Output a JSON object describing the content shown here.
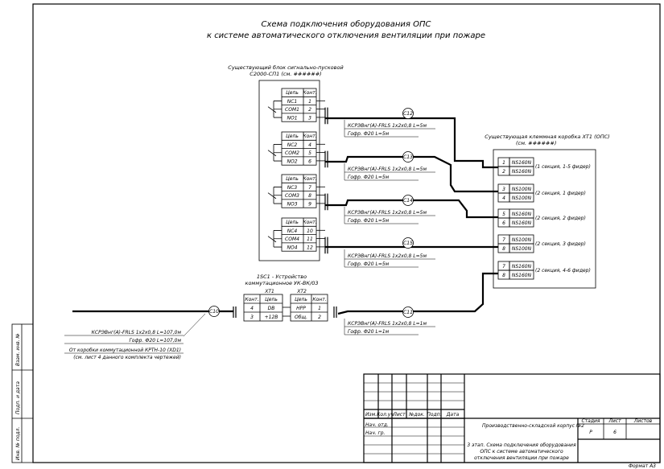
{
  "title": {
    "line1": "Схема подключения оборудования ОПС",
    "line2": "к системе автоматического отключения вентиляции при пожаре"
  },
  "block_2000": {
    "caption1": "Существующий блок сигнально-пусковой",
    "caption2": "С2000-СП1 (см. ######)",
    "groups": [
      {
        "h_circuit": "Цепь",
        "h_contact": "Конт.",
        "rows": [
          [
            "NC1",
            "1"
          ],
          [
            "COM1",
            "2"
          ],
          [
            "NO1",
            "3"
          ]
        ]
      },
      {
        "h_circuit": "Цепь",
        "h_contact": "Конт.",
        "rows": [
          [
            "NC2",
            "4"
          ],
          [
            "COM2",
            "5"
          ],
          [
            "NO2",
            "6"
          ]
        ]
      },
      {
        "h_circuit": "Цепь",
        "h_contact": "Конт.",
        "rows": [
          [
            "NC3",
            "7"
          ],
          [
            "COM3",
            "8"
          ],
          [
            "NO3",
            "9"
          ]
        ]
      },
      {
        "h_circuit": "Цепь",
        "h_contact": "Конт.",
        "rows": [
          [
            "NC4",
            "10"
          ],
          [
            "COM4",
            "11"
          ],
          [
            "NO4",
            "12"
          ]
        ]
      }
    ]
  },
  "cables": [
    {
      "id": "С12",
      "line1": "КСРЭВнг(А)-FRLS 1х2х0,8 L=5м",
      "line2": "Гофр. Ф20 L=5м"
    },
    {
      "id": "С13",
      "line1": "КСРЭВнг(А)-FRLS 1х2х0,8 L=5м",
      "line2": "Гофр. Ф20 L=5м"
    },
    {
      "id": "С14",
      "line1": "КСРЭВнг(А)-FRLS 1х2х0,8 L=5м",
      "line2": "Гофр. Ф20 L=5м"
    },
    {
      "id": "С15",
      "line1": "КСРЭВнг(А)-FRLS 1х2х0,8 L=5м",
      "line2": "Гофр. Ф20 L=5м"
    },
    {
      "id": "С11",
      "line1": "КСРЭВнг(А)-FRLS 1х2х0,8 L=1м",
      "line2": "Гофр. Ф20 L=1м"
    }
  ],
  "c10": {
    "id": "С10",
    "line1": "КСРЭВнг(А)-FRLS 1х2х0,8 L=107,0м",
    "line2": "Гофр. Ф20 L=107,0м",
    "line3": "От коробки коммутационной КРТН-10 (XD1)",
    "line4": "(см. лист 4 данного комплекта чертежей)"
  },
  "xt1_box": {
    "caption1": "Существующая клеммная коробка ХТ1 (ОПС)",
    "caption2": "(см. ######)",
    "rows": [
      {
        "n": "1",
        "t": "NS160N",
        "note": "(1 секция, 1-5 фидер)"
      },
      {
        "n": "2",
        "t": "NS160N",
        "note": ""
      },
      {
        "n": "3",
        "t": "NS100N",
        "note": "(2 секция, 1 фидер)"
      },
      {
        "n": "4",
        "t": "NS100N",
        "note": ""
      },
      {
        "n": "5",
        "t": "NS160N",
        "note": "(2 секция, 2 фидер)"
      },
      {
        "n": "6",
        "t": "NS160N",
        "note": ""
      },
      {
        "n": "7",
        "t": "NS100N",
        "note": "(2 секция, 3 фидер)"
      },
      {
        "n": "8",
        "t": "NS100N",
        "note": ""
      },
      {
        "n": "7",
        "t": "NS160N",
        "note": "(2 секция, 4-6 фидер)"
      },
      {
        "n": "8",
        "t": "NS160N",
        "note": ""
      }
    ]
  },
  "uk": {
    "caption1": "1SC1 - Устройство",
    "caption2": "коммутационное УК-ВК/03",
    "xt1_label": "XT1",
    "xt2_label": "XT2",
    "h_contact": "Конт.",
    "h_circuit": "Цепь",
    "h_circuit2": "Цепь",
    "h_contact2": "Конт.",
    "rows": [
      [
        "4",
        "DВ",
        "НРР",
        "1"
      ],
      [
        "3",
        "+12В",
        "Общ.",
        "2"
      ]
    ]
  },
  "stamp": {
    "headers": [
      "Изм.",
      "Кол.уч",
      "Лист",
      "№док.",
      "Подп.",
      "Дата"
    ],
    "rows": [
      "Нач. отд.",
      "Нач. гр."
    ],
    "project": "Производственно-складской корпус №2",
    "stage_h": "Стадия",
    "sheet_h": "Лист",
    "sheets_h": "Листов",
    "stage": "Р",
    "sheet": "6",
    "desc1": "3 этап. Схема подключения оборудования",
    "desc2": "ОПС к системе автоматического",
    "desc3": "отключения вентиляции при пожаре",
    "format": "Формат А3"
  },
  "side": [
    "Взам. инв. №",
    "Подп. и дата",
    "Инв. № подл."
  ]
}
